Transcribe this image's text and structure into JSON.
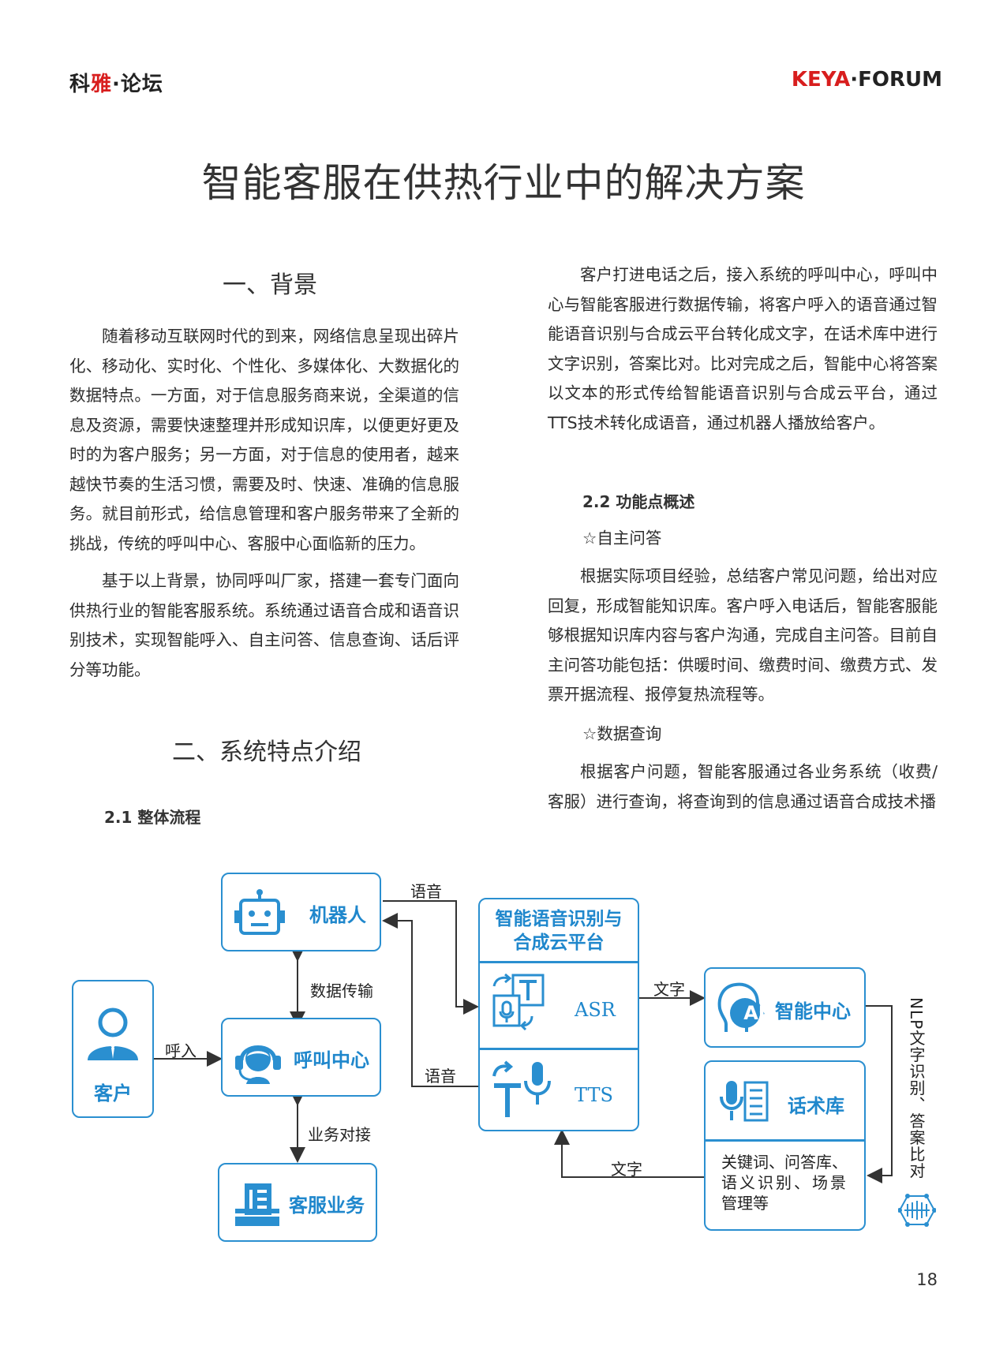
{
  "header": {
    "brand_left_a": "科",
    "brand_left_b": "雅",
    "brand_left_c": "·论坛",
    "brand_right_a": "KEYA",
    "brand_right_b": "·FORUM"
  },
  "title": "智能客服在供热行业中的解决方案",
  "left": {
    "sec1_heading": "一、背景",
    "sec1_p1": "随着移动互联网时代的到来，网络信息呈现出碎片化、移动化、实时化、个性化、多媒体化、大数据化的数据特点。一方面，对于信息服务商来说，全渠道的信息及资源，需要快速整理并形成知识库，以便更好更及时的为客户服务；另一方面，对于信息的使用者，越来越快节奏的生活习惯，需要及时、快速、准确的信息服务。就目前形式，给信息管理和客户服务带来了全新的挑战，传统的呼叫中心、客服中心面临新的压力。",
    "sec1_p2": "基于以上背景，协同呼叫厂家，搭建一套专门面向供热行业的智能客服系统。系统通过语音合成和语音识别技术，实现智能呼入、自主问答、信息查询、话后评分等功能。",
    "sec2_heading": "二、系统特点介绍",
    "sub21": "2.1 整体流程"
  },
  "right": {
    "p1": "客户打进电话之后，接入系统的呼叫中心，呼叫中心与智能客服进行数据传输，将客户呼入的语音通过智能语音识别与合成云平台转化成文字，在话术库中进行文字识别，答案比对。比对完成之后，智能中心将答案以文本的形式传给智能语音识别与合成云平台，通过TTS技术转化成语音，通过机器人播放给客户。",
    "sub22": "2.2 功能点概述",
    "star1": "☆自主问答",
    "p2": "根据实际项目经验，总结客户常见问题，给出对应回复，形成智能知识库。客户呼入电话后，智能客服能够根据知识库内容与客户沟通，完成自主问答。目前自主问答功能包括：供暖时间、缴费时间、缴费方式、发票开据流程、报停复热流程等。",
    "star2": "☆数据查询",
    "p3": "根据客户问题，智能客服通过各业务系统（收费/客服）进行查询，将查询到的信息通过语音合成技术播"
  },
  "diagram": {
    "robot": "机器人",
    "callcenter": "呼叫中心",
    "customer": "客户",
    "service": "客服业务",
    "platform_line1": "智能语音识别与",
    "platform_line2": "合成云平台",
    "asr": "ASR",
    "tts": "TTS",
    "ai_center": "智能中心",
    "ai_badge": "AI",
    "script_lib": "话术库",
    "kb_line1": "关键词、问答库、",
    "kb_line2": "语义识别、场景",
    "kb_line3": "管理等",
    "lbl_voice_top": "语音",
    "lbl_data_trans": "数据传输",
    "lbl_call_in": "呼入",
    "lbl_voice_mid": "语音",
    "lbl_business": "业务对接",
    "lbl_text_top": "文字",
    "lbl_text_bottom": "文字",
    "lbl_nlp": "NLP文字识别、答案比对"
  },
  "page_number": "18",
  "colors": {
    "accent": "#d81e1e",
    "diagram_blue": "#2a8fd0"
  }
}
